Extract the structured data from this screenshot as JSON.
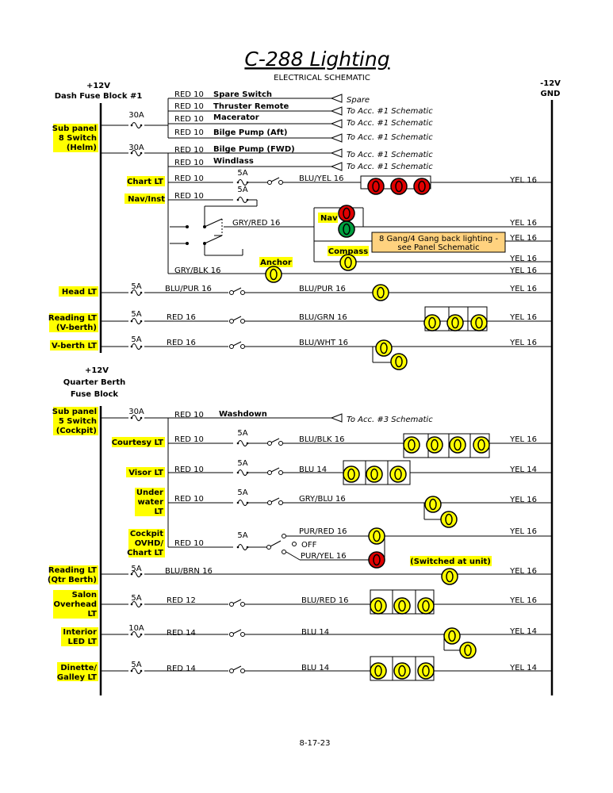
{
  "title": "C-288 Lighting",
  "subtitle": "ELECTRICAL SCHEMATIC",
  "date": "8-17-23",
  "left_bus": {
    "voltage": "+12V",
    "name": "Dash Fuse Block #1"
  },
  "right_bus": {
    "voltage": "-12V",
    "name": "GND"
  },
  "block2": {
    "voltage": "+12V",
    "name1": "Quarter Berth",
    "name2": "Fuse Block"
  },
  "labels": {
    "sub1": [
      "Sub panel",
      "8 Switch",
      "(Helm)"
    ],
    "chart": "Chart LT",
    "navinst": "Nav/Inst",
    "nav": "Nav",
    "compass": "Compass",
    "anchor": "Anchor",
    "head": "Head LT",
    "reading1": [
      "Reading LT",
      "(V-berth)"
    ],
    "vberth": "V-berth LT",
    "sub2": [
      "Sub panel",
      "5 Switch",
      "(Cockpit)"
    ],
    "courtesy": "Courtesy LT",
    "visor": "Visor LT",
    "underwater": [
      "Under",
      "water",
      "LT"
    ],
    "cockpit": [
      "Cockpit",
      "OVHD/",
      "Chart LT"
    ],
    "reading2": [
      "Reading LT",
      "(Qtr Berth)"
    ],
    "salon": [
      "Salon",
      "Overhead",
      "LT"
    ],
    "interior": [
      "Interior",
      "LED LT"
    ],
    "dinette": [
      "Dinette/",
      "Galley LT"
    ],
    "switched": "(Switched at unit)",
    "panel_note": [
      "8 Gang/4 Gang back lighting -",
      "see Panel Schematic"
    ]
  },
  "fuses": {
    "a30": "30A",
    "a5": "5A",
    "a10": "10A"
  },
  "accessory_lines": [
    {
      "wire": "RED 10",
      "name": "Spare Switch",
      "dest": "Spare"
    },
    {
      "wire": "RED 10",
      "name": "Thruster Remote",
      "dest": "To Acc. #1 Schematic"
    },
    {
      "wire": "RED 10",
      "name": "Macerator",
      "dest": "To Acc. #1 Schematic"
    },
    {
      "wire": "RED 10",
      "name": "Bilge Pump (Aft)",
      "dest": "To Acc. #1 Schematic"
    },
    {
      "wire": "RED 10",
      "name": "Bilge Pump (FWD)",
      "dest": "To Acc. #1 Schematic"
    },
    {
      "wire": "RED 10",
      "name": "Windlass",
      "dest": "To Acc. #1 Schematic"
    },
    {
      "wire": "RED 10",
      "name": "Washdown",
      "dest": "To Acc. #3 Schematic"
    }
  ],
  "wires": {
    "red10": "RED 10",
    "red16": "RED 16",
    "red12": "RED 12",
    "red14": "RED 14",
    "bluyel16": "BLU/YEL 16",
    "gryred16": "GRY/RED 16",
    "grybk16": "GRY/BLK 16",
    "blupur16": "BLU/PUR 16",
    "blugrn16": "BLU/GRN 16",
    "bluwht16": "BLU/WHT 16",
    "bluble16": "BLU/BLK 16",
    "blu14": "BLU 14",
    "grybl16": "GRY/BLU 16",
    "purred16": "PUR/RED 16",
    "puryel16": "PUR/YEL 16",
    "off": "OFF",
    "blubrn16": "BLU/BRN 16",
    "blured16": "BLU/RED 16",
    "yel16": "YEL 16",
    "yel14": "YEL 14"
  },
  "colors": {
    "highlight": "#ffff00",
    "lamp_yellow": "#ffff00",
    "lamp_red": "#e00000",
    "lamp_green": "#00a040",
    "note_fill": "#ffd27f"
  }
}
